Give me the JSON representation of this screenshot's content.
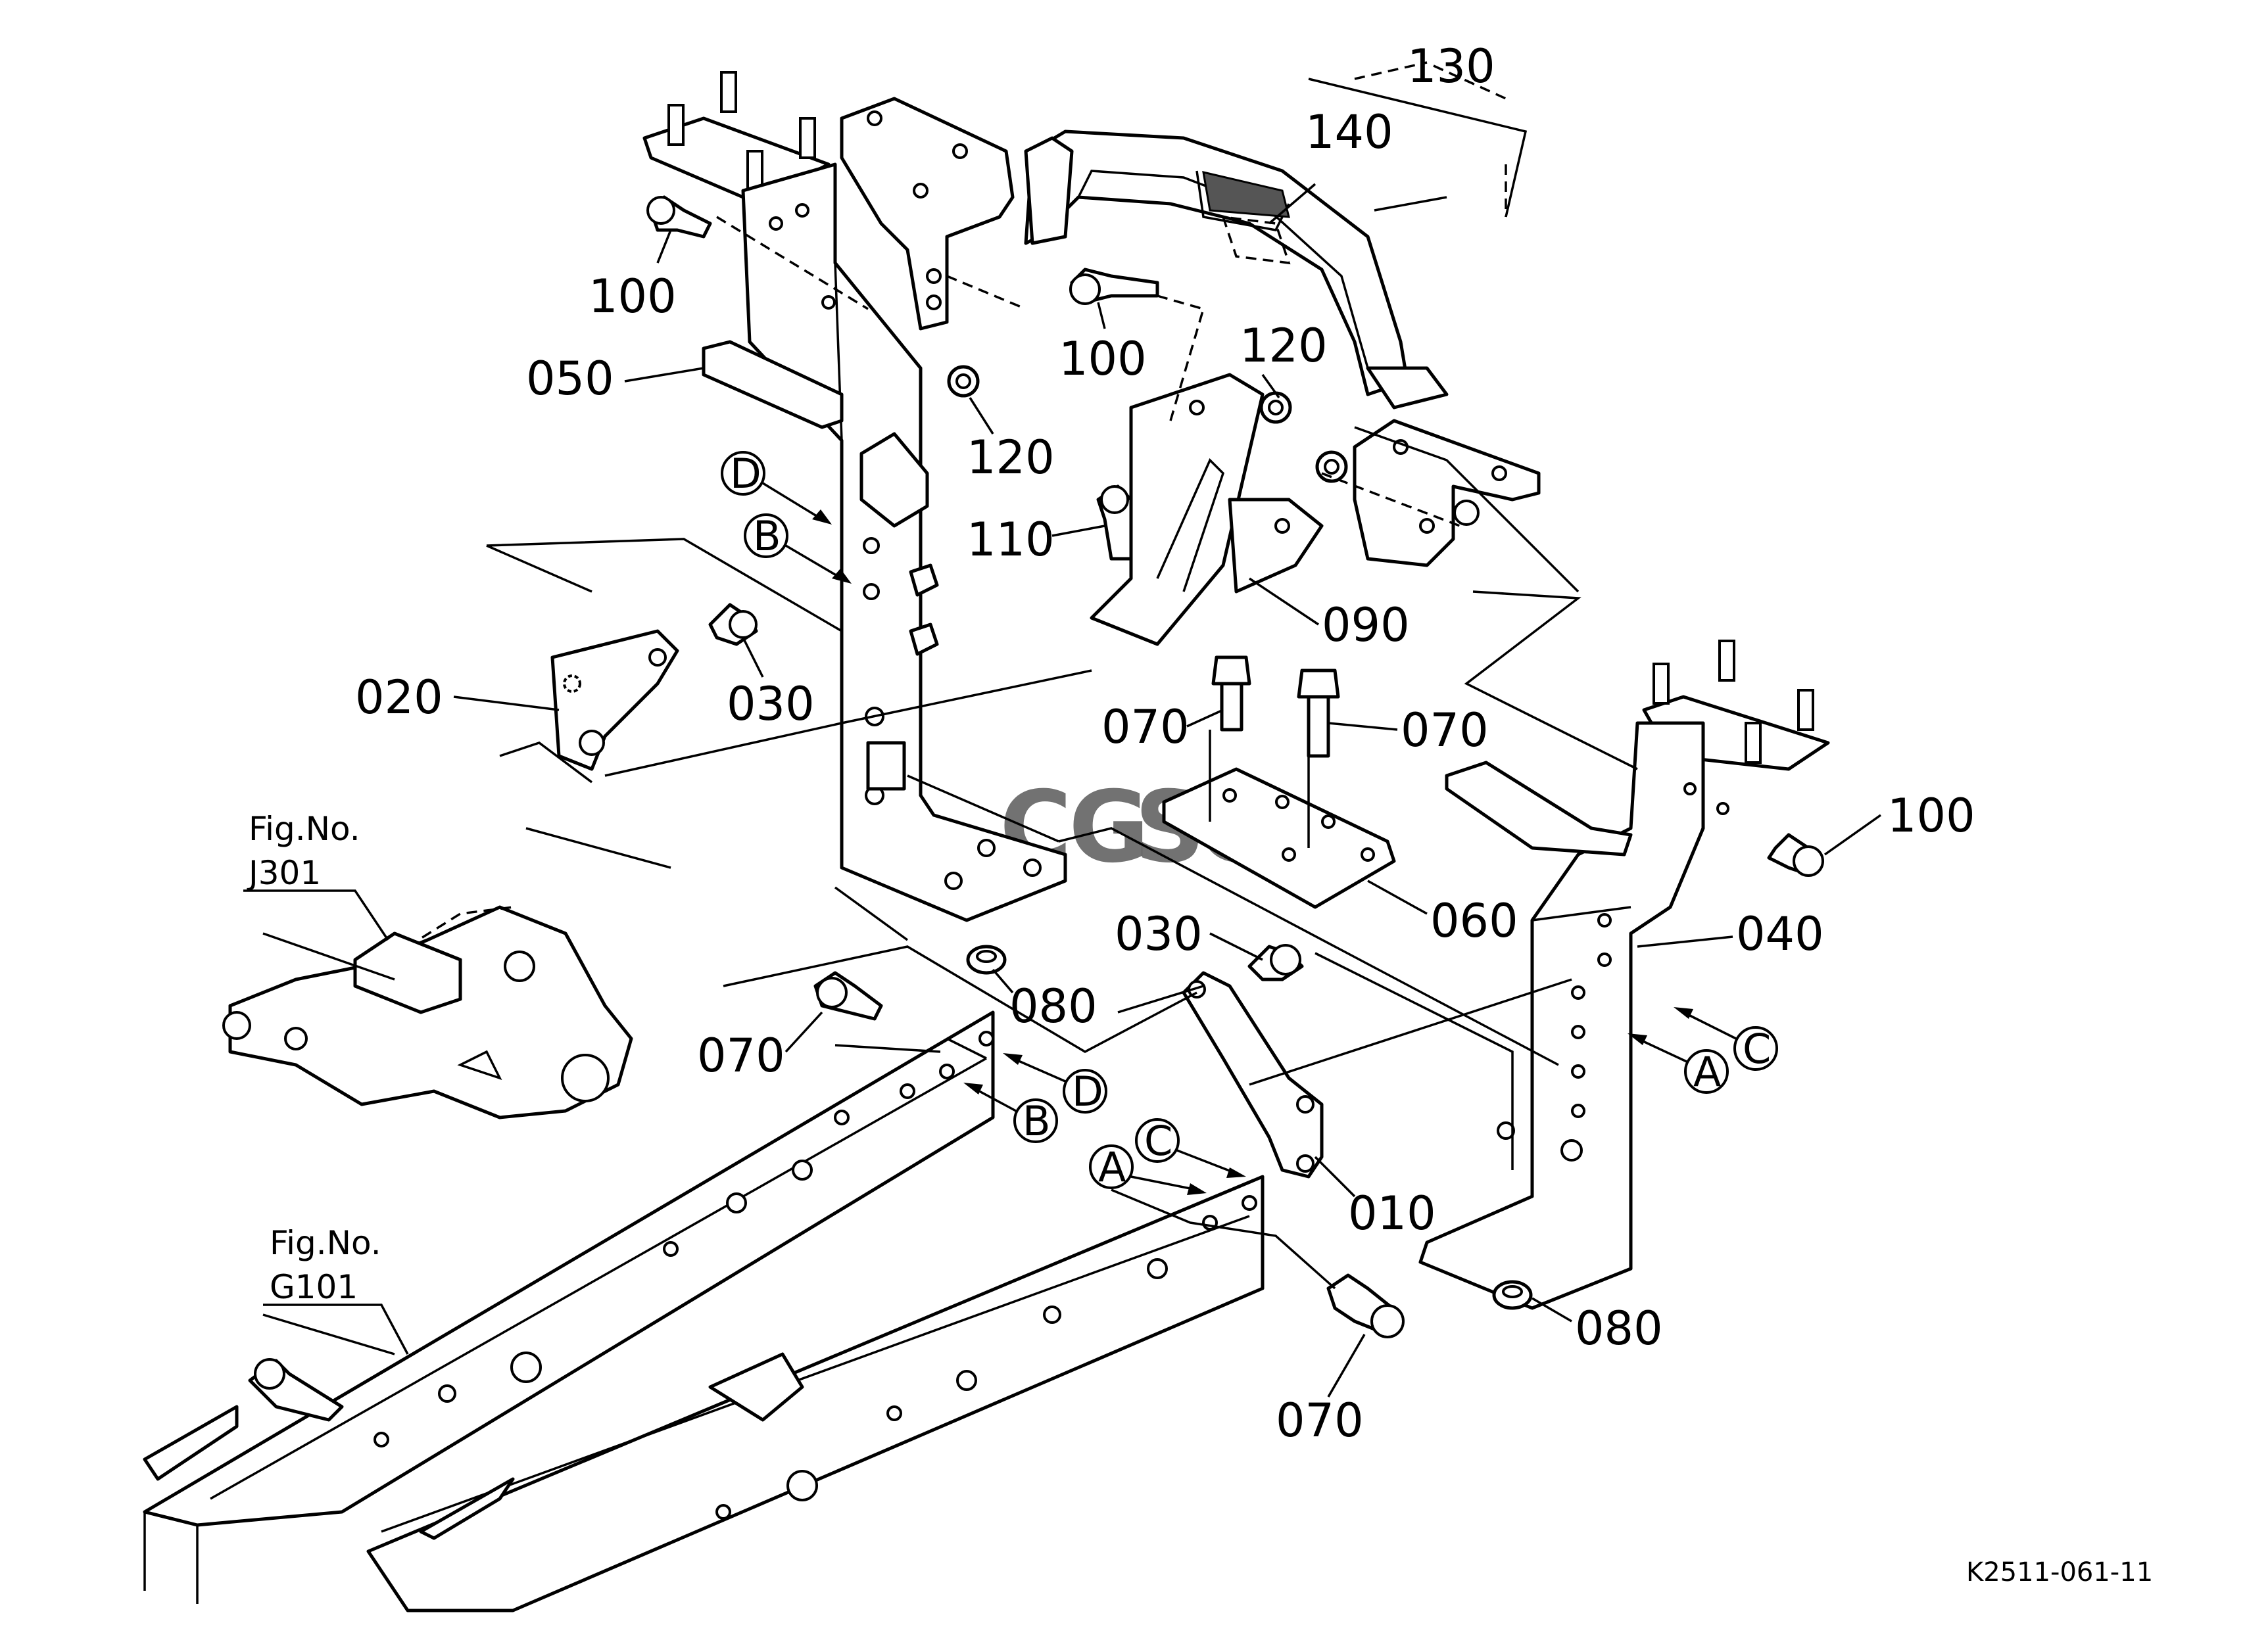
{
  "drawing_code": "K2511-061-11",
  "watermark": {
    "letters": [
      "C",
      "G",
      "S",
      "C"
    ],
    "colors": [
      "#4a86e8",
      "#ea6a5e",
      "#f2c744",
      "#5cb85c"
    ]
  },
  "figure_refs": [
    {
      "line1": "Fig.No.",
      "line2": "J301"
    },
    {
      "line1": "Fig.No.",
      "line2": "G101"
    }
  ],
  "part_labels": {
    "p130": "130",
    "p140": "140",
    "p100a": "100",
    "p100b": "100",
    "p100c": "100",
    "p050": "050",
    "p120a": "120",
    "p120b": "120",
    "p110": "110",
    "p090": "090",
    "p020": "020",
    "p030a": "030",
    "p030b": "030",
    "p070a": "070",
    "p070b": "070",
    "p070c": "070",
    "p070d": "070",
    "p060": "060",
    "p040": "040",
    "p080a": "080",
    "p080b": "080",
    "p010": "010"
  },
  "reference_marks": {
    "d1": "D",
    "b1": "B",
    "c1": "C",
    "a1": "A",
    "d2": "D",
    "b2": "B",
    "a2": "A",
    "c2": "C"
  }
}
